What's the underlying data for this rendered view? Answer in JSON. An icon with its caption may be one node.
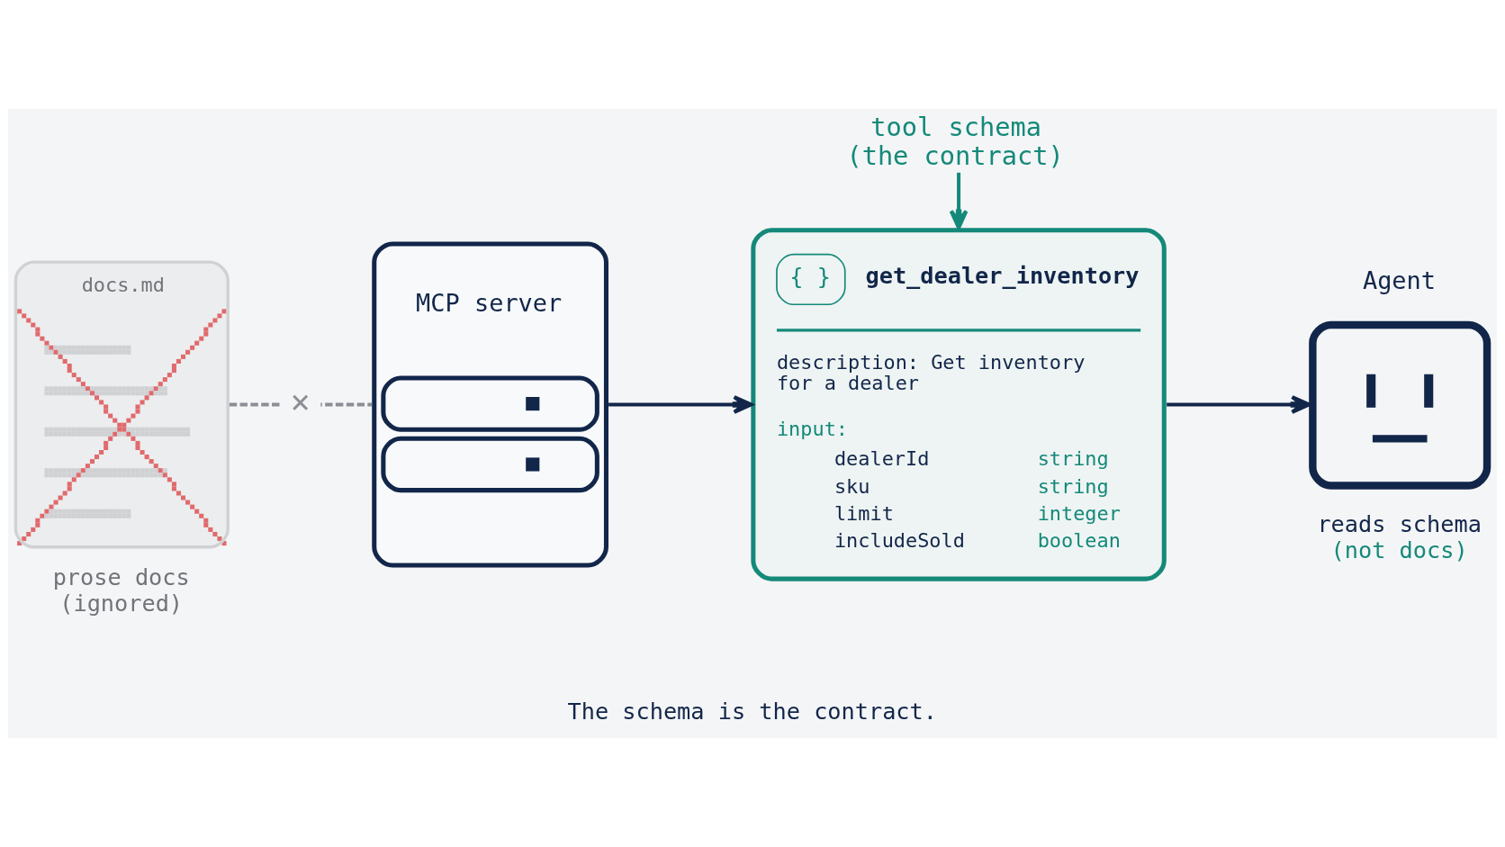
{
  "diagram": {
    "caption": "The schema is the contract.",
    "nodes": [
      {
        "text": [
          "docs.md"
        ],
        "beside": [
          "prose docs (ignored)"
        ]
      },
      {
        "text": [
          "MCP server"
        ]
      },
      {
        "text": [
          "tool schema (the contract)"
        ]
      },
      {
        "text": [
          "{ }",
          "get_dealer_inventory",
          "description: Get inventory for a dealer",
          "input:",
          "dealerId",
          "string",
          "sku",
          "string",
          "limit",
          "integer",
          "includeSold",
          "boolean"
        ]
      },
      {
        "text": [
          "Agent"
        ],
        "beside": [
          "reads schema",
          "(not docs)"
        ]
      }
    ],
    "edges": [
      {
        "from": 0,
        "to": 1,
        "arrow": "none",
        "label": "×",
        "style": "dashed",
        "color": "#8b8f95"
      },
      {
        "from": 1,
        "to": 3,
        "arrow": "to"
      },
      {
        "from": 2,
        "to": 3,
        "arrow": "to",
        "color": "#14897a"
      },
      {
        "from": 3,
        "to": 4,
        "arrow": "to"
      }
    ]
  }
}
